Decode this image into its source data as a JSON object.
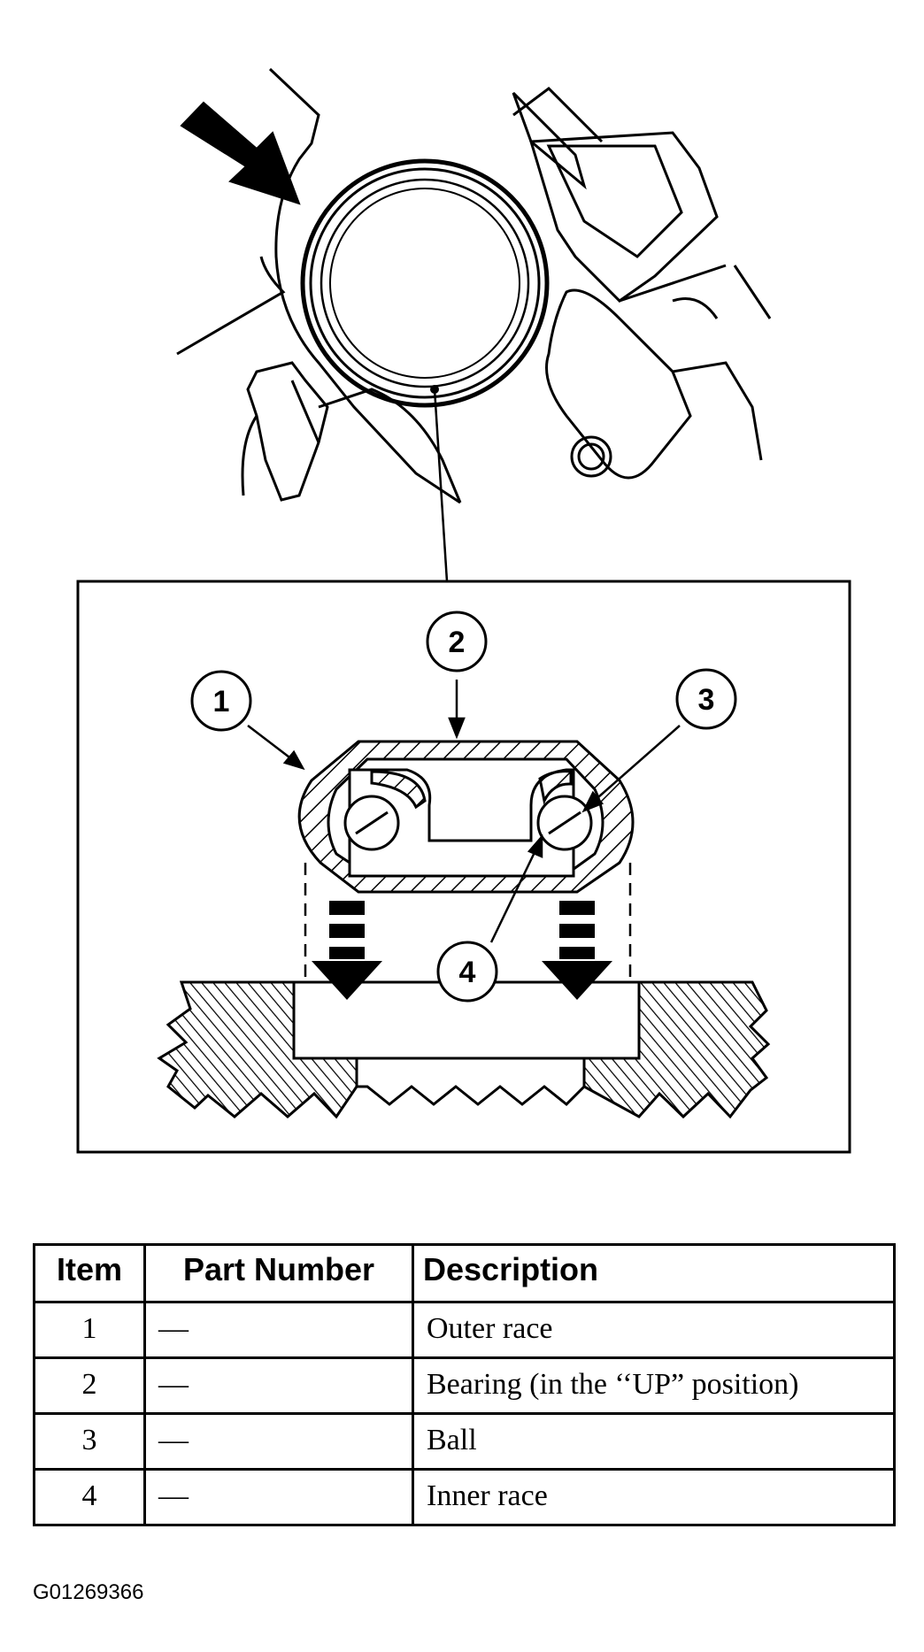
{
  "callouts": [
    "1",
    "2",
    "3",
    "4"
  ],
  "table": {
    "headers": {
      "item": "Item",
      "part_number": "Part Number",
      "description": "Description"
    },
    "rows": [
      {
        "item": "1",
        "part_number": "—",
        "description": "Outer race"
      },
      {
        "item": "2",
        "part_number": "—",
        "description": "Bearing (in the ‘‘UP” position)"
      },
      {
        "item": "3",
        "part_number": "—",
        "description": "Ball"
      },
      {
        "item": "4",
        "part_number": "—",
        "description": "Inner race"
      }
    ]
  },
  "figure_code": "G01269366"
}
